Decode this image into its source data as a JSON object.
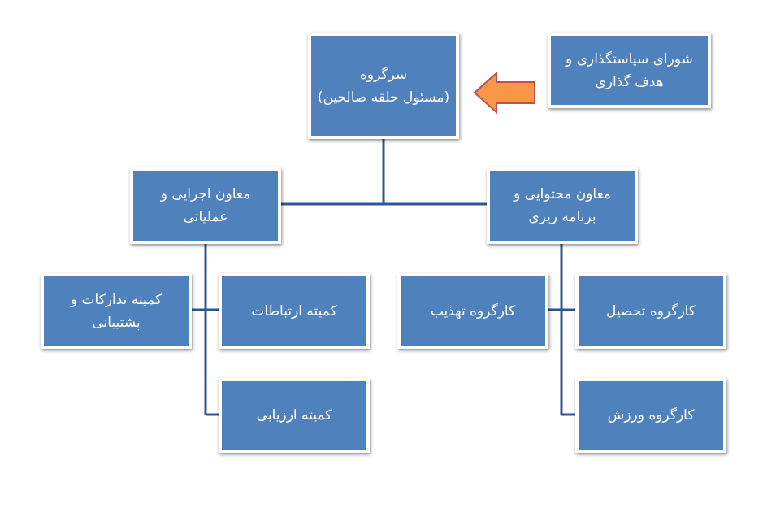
{
  "colors": {
    "box_fill": "#4f81bd",
    "line": "#2f5597",
    "arrow_fill": "#f79646",
    "arrow_stroke": "#c0504d"
  },
  "nodes": {
    "head": {
      "line1": "سرگروه",
      "line2": "(مسئول حلقه صالحین)"
    },
    "council": {
      "line1": "شورای سیاستگذاری و",
      "line2": "هدف گذاری"
    },
    "exec_deputy": {
      "line1": "معاون اجرایی و",
      "line2": "عملیاتی"
    },
    "content_deputy": {
      "line1": "معاون محتوایی و",
      "line2": "برنامه ریزی"
    },
    "logistics": {
      "line1": "کمیته تدارکات و",
      "line2": "پشتیبانی"
    },
    "communications": {
      "line1": "کمیته ارتباطات"
    },
    "evaluation": {
      "line1": "کمیته ارزیابی"
    },
    "refinement": {
      "line1": "کارگروه تهذیب"
    },
    "education": {
      "line1": "کارگروه تحصیل"
    },
    "sport": {
      "line1": "کارگروه ورزش"
    }
  },
  "icons": {
    "arrow": "left-arrow-icon"
  }
}
